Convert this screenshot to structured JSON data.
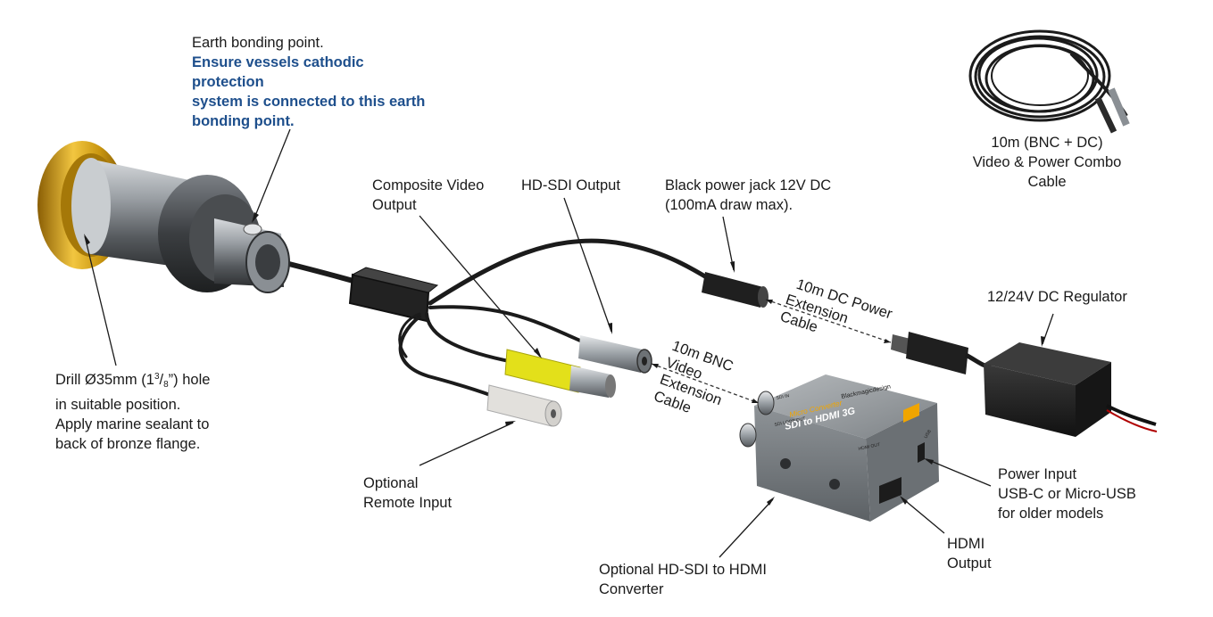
{
  "labels": {
    "earth": {
      "line1": "Earth bonding point.",
      "warn1": "Ensure vessels cathodic",
      "warn2": "protection",
      "warn3": "system is connected to this earth",
      "warn4": "bonding point."
    },
    "combo_cable": [
      "10m (BNC + DC)",
      "Video & Power Combo",
      "Cable"
    ],
    "composite": [
      "Composite Video",
      "Output"
    ],
    "hdsdi": "HD-SDI Output",
    "power_jack": [
      "Black power jack 12V DC",
      "(100mA draw max)."
    ],
    "dc_ext": [
      "10m DC Power",
      "Extension",
      "Cable"
    ],
    "regulator": "12/24V DC Regulator",
    "bnc_ext": [
      "10m BNC",
      "Video",
      "Extension",
      "Cable"
    ],
    "drill": {
      "pre": "Drill Ø35mm (1",
      "sup": "3",
      "slash": "/",
      "sub": "8",
      "post": "”) hole",
      "l2": "in suitable position.",
      "l3": "Apply marine sealant to",
      "l4": "back of bronze flange."
    },
    "remote": [
      "Optional",
      "Remote Input"
    ],
    "converter": [
      "Optional HD-SDI to HDMI",
      "Converter"
    ],
    "hdmi_out": [
      "HDMI",
      "Output"
    ],
    "power_input": [
      "Power Input",
      "USB-C or Micro-USB",
      "for older models"
    ]
  },
  "converter_face": {
    "brand": "Blackmagicdesign",
    "model1": "Micro Converter",
    "model2": "SDI to HDMI 3G",
    "port_sdi_in": "SDI IN",
    "port_sdi_out": "SDI LOOP OUT",
    "port_hdmi": "HDMI OUT",
    "port_usb": "USB"
  },
  "colors": {
    "label_text": "#1a1a1a",
    "warning_blue": "#1e4f8c",
    "bronze": "#c9960f",
    "steel": "#8a8f94",
    "cable": "#1b1b1b",
    "rca_yellow": "#e3e01a",
    "rca_white": "#e2e0dc",
    "converter_body": "#8e9397",
    "converter_accent": "#f0a500"
  }
}
